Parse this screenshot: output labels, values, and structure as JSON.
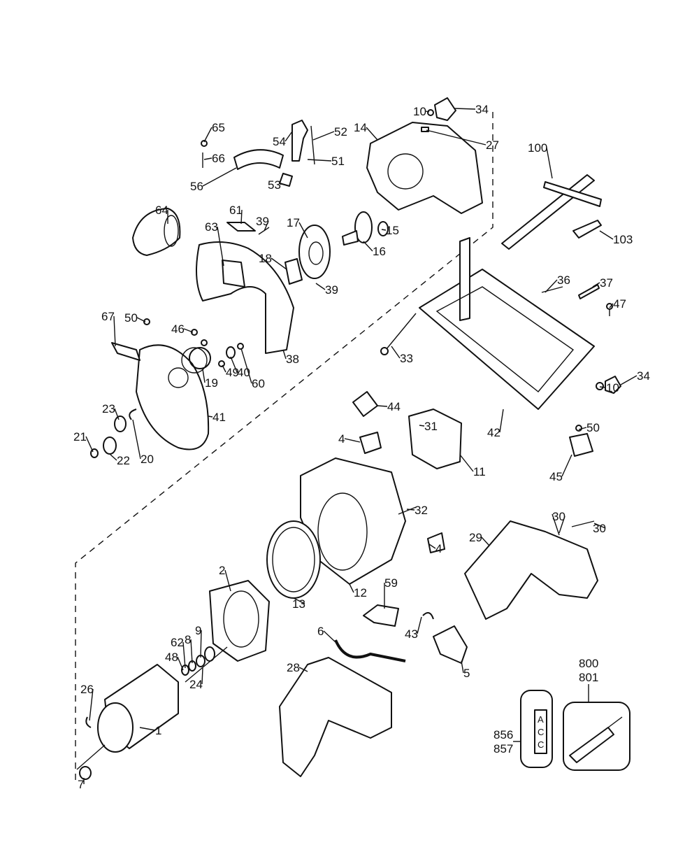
{
  "diagram": {
    "type": "exploded parts diagram",
    "part_labels": [
      "65",
      "66",
      "56",
      "54",
      "52",
      "51",
      "53",
      "14",
      "10",
      "34",
      "27",
      "100",
      "103",
      "64",
      "61",
      "39",
      "63",
      "17",
      "15",
      "16",
      "18",
      "39",
      "67",
      "50",
      "46",
      "36",
      "37",
      "47",
      "33",
      "19",
      "49",
      "40",
      "60",
      "38",
      "41",
      "23",
      "21",
      "20",
      "22",
      "44",
      "31",
      "10",
      "34",
      "42",
      "4",
      "11",
      "50",
      "45",
      "32",
      "4",
      "29",
      "30",
      "30",
      "2",
      "12",
      "13",
      "59",
      "62",
      "8",
      "9",
      "48",
      "6",
      "43",
      "5",
      "28",
      "24",
      "26",
      "1",
      "7"
    ],
    "accessory_kit": {
      "labels": [
        "800",
        "801"
      ]
    },
    "label_kit": {
      "labels": [
        "856",
        "857"
      ],
      "text": [
        "A",
        "C",
        "C"
      ]
    }
  }
}
